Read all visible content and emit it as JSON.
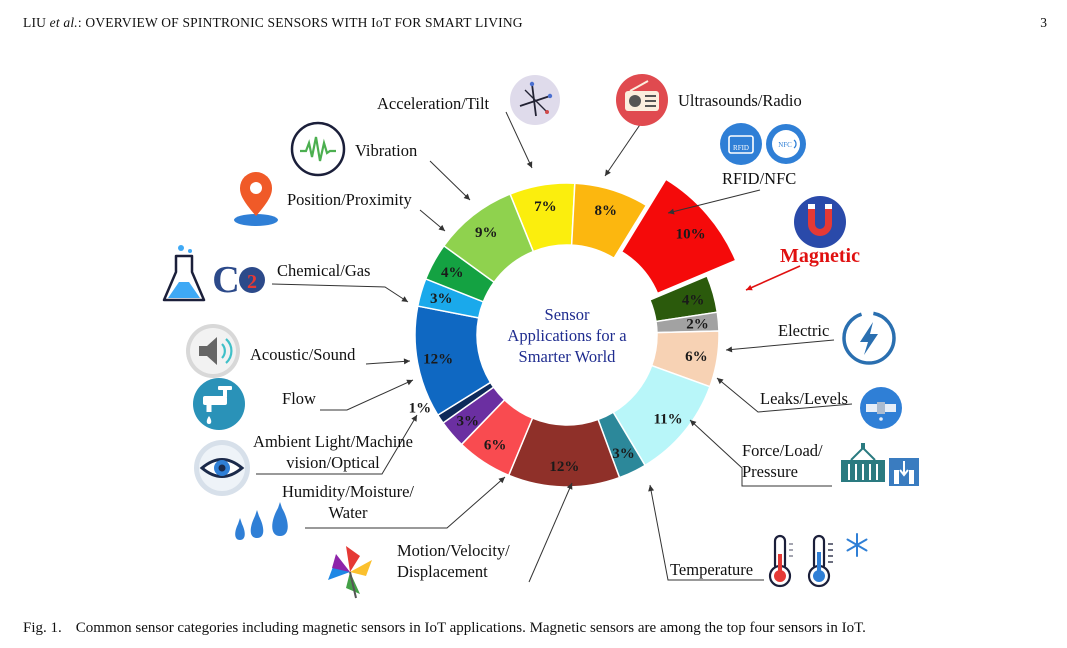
{
  "header": {
    "running_title_prefix": "LIU",
    "running_title_etal": "et al.",
    "running_title_rest": ": OVERVIEW OF SPINTRONIC SENSORS WITH IoT FOR SMART LIVING",
    "page_number": "3"
  },
  "figure": {
    "center_text": [
      "Sensor",
      "Applications for a",
      "Smarter World"
    ],
    "icons": [
      "sensor-axes-icon",
      "radio-icon",
      "rfid-card-icon",
      "nfc-icon",
      "magnet-icon",
      "vibration-wave-icon",
      "location-pin-icon",
      "flask-icon",
      "co2-icon",
      "speaker-icon",
      "faucet-icon",
      "lightning-icon",
      "leak-pipe-icon",
      "container-icon",
      "press-icon",
      "eye-icon",
      "water-drops-icon",
      "pinwheel-icon",
      "thermometer-icon",
      "snowflake-icon"
    ]
  },
  "chart_data": {
    "type": "pie",
    "donut": true,
    "values_unit": "%",
    "slices": [
      {
        "label": "Ultrasounds/Radio",
        "value": 7,
        "text": "7%",
        "color": "#fbee0d"
      },
      {
        "label": "RFID/NFC",
        "value": 8,
        "text": "8%",
        "color": "#fcb70f"
      },
      {
        "label": "Magnetic",
        "value": 10,
        "text": "10%",
        "color": "#f50a0a",
        "highlight": true
      },
      {
        "label": "Electric",
        "value": 4,
        "text": "4%",
        "color": "#2b5a0c"
      },
      {
        "label": "Leaks/Levels",
        "value": 2,
        "text": "2%",
        "color": "#a2a2a2"
      },
      {
        "label": "Force/Load/\nPressure",
        "value": 6,
        "text": "6%",
        "color": "#f7d2b4"
      },
      {
        "label": "Temperature",
        "value": 11,
        "text": "11%",
        "color": "#b8f6f9"
      },
      {
        "label": "Motion/Velocity/\nDisplacement",
        "value": 3,
        "text": "3%",
        "color": "#2c889a"
      },
      {
        "label": "Humidity/Moisture/\nWater",
        "value": 12,
        "text": "12%",
        "color": "#8f3029"
      },
      {
        "label": "Ambient Light/Machine\nvision/Optical",
        "value": 6,
        "text": "6%",
        "color": "#f94b50"
      },
      {
        "label": "Flow",
        "value": 3,
        "text": "3%",
        "color": "#6b2fa1"
      },
      {
        "label": "Acoustic/Sound",
        "value": 1,
        "text": "1%",
        "color": "#0e2a5a"
      },
      {
        "label": "Chemical/Gas",
        "value": 12,
        "text": "12%",
        "color": "#0f68c2"
      },
      {
        "label": "Position/Proximity",
        "value": 3,
        "text": "3%",
        "color": "#1aa9eb"
      },
      {
        "label": "Vibration",
        "value": 4,
        "text": "4%",
        "color": "#14a242"
      },
      {
        "label": "Acceleration/Tilt",
        "value": 9,
        "text": "9%",
        "color": "#8fd24e"
      }
    ]
  },
  "caption": {
    "label": "Fig. 1.",
    "text": "Common sensor categories including magnetic sensors in IoT applications. Magnetic sensors are among the top four sensors in IoT."
  }
}
